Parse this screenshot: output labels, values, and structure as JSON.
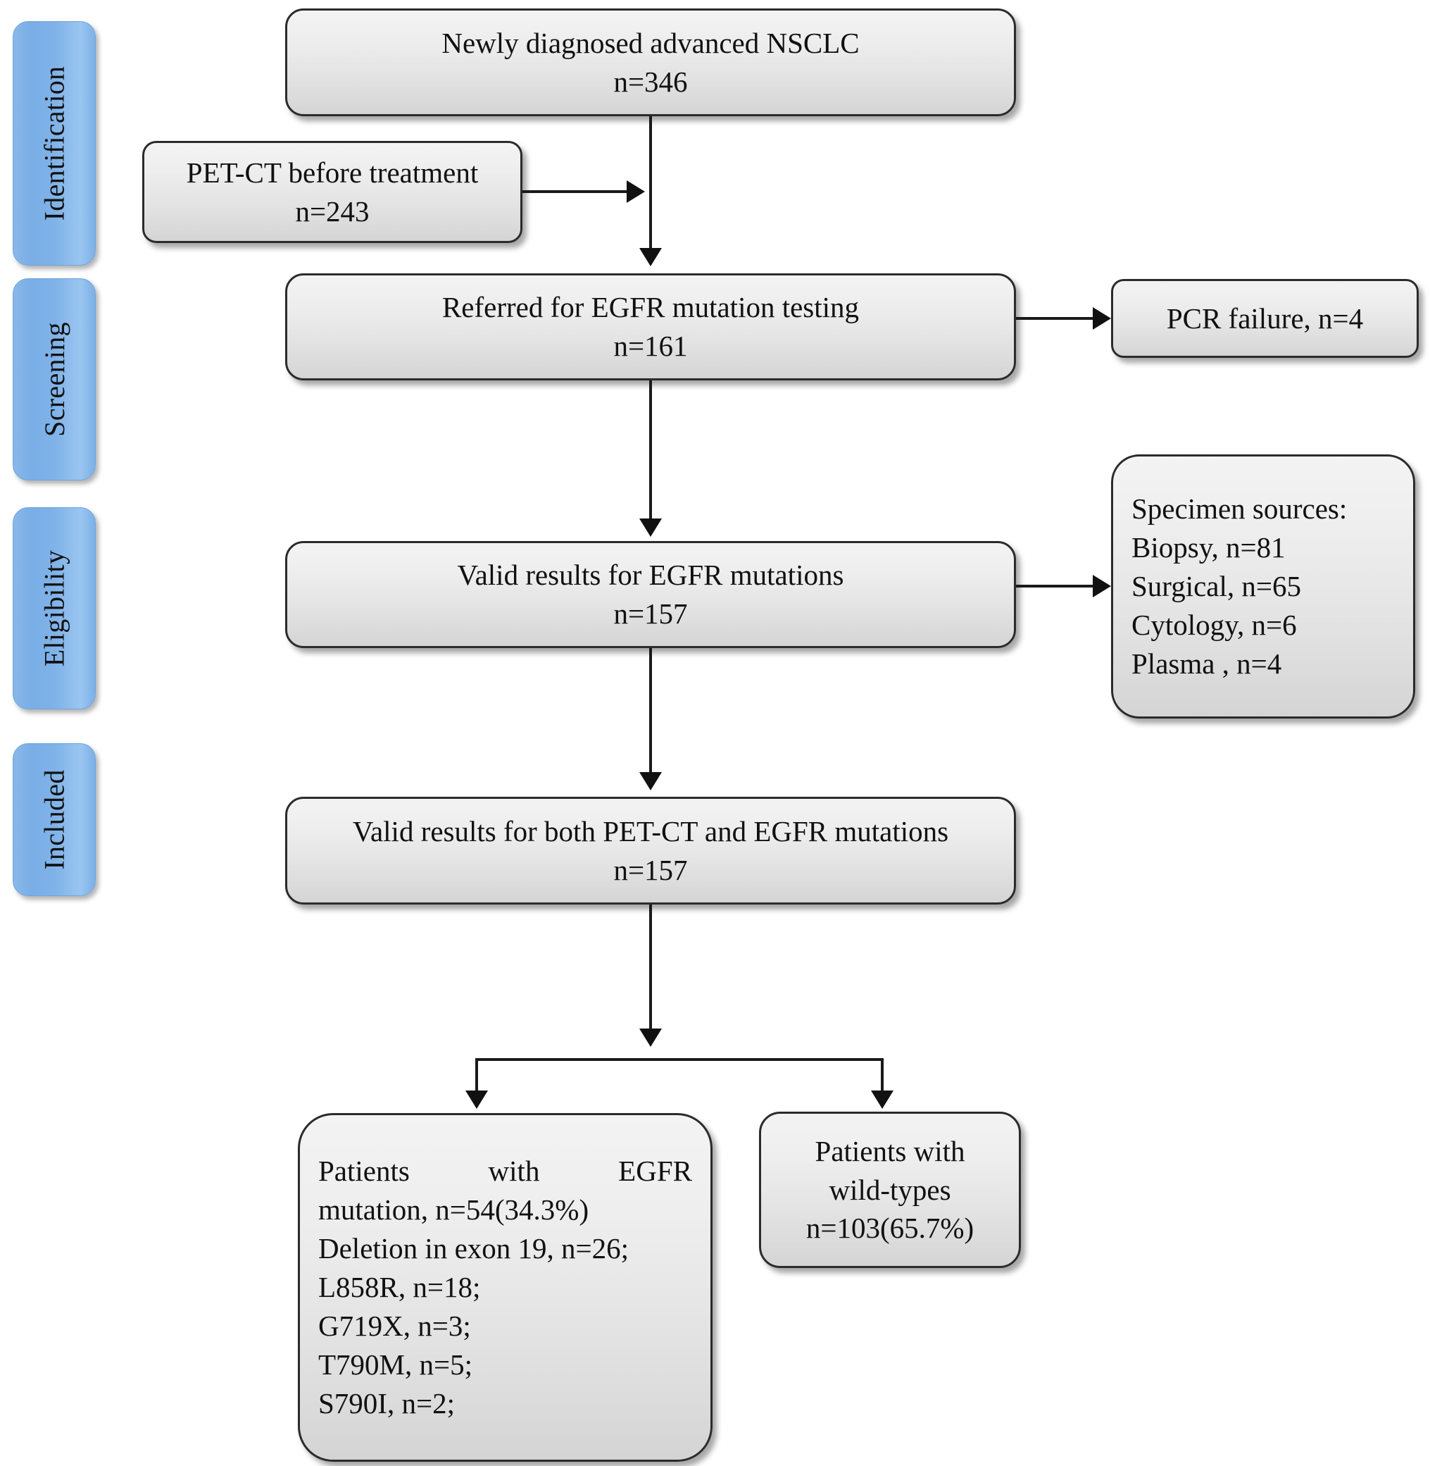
{
  "diagram": {
    "title": "NSCLC EGFR mutation study PRISMA-style flow diagram",
    "accent_color": "#7fb2e8",
    "box_fill_color": "#e8e8e8",
    "box_border_color": "#2b2b2b",
    "connector_color": "#111111"
  },
  "stages": [
    {
      "label": "Identification"
    },
    {
      "label": "Screening"
    },
    {
      "label": "Eligibility"
    },
    {
      "label": "Included"
    }
  ],
  "boxes": {
    "source": {
      "line1": "Newly diagnosed advanced NSCLC",
      "line2": "n=346",
      "count": 346
    },
    "petct": {
      "line1": "PET-CT before treatment",
      "line2": "n=243",
      "count": 243
    },
    "referred": {
      "line1": "Referred for EGFR mutation testing",
      "line2": "n=161",
      "count": 161
    },
    "pcr_failure": {
      "line1": "PCR failure, n=4",
      "count": 4
    },
    "valid_egfr": {
      "line1": "Valid results for EGFR mutations",
      "line2": "n=157",
      "count": 157
    },
    "specimen_sources": {
      "line1": "Specimen sources:",
      "line2": "Biopsy, n=81",
      "line3": "Surgical, n=65",
      "line4": "Cytology, n=6",
      "line5": "Plasma , n=4",
      "items": [
        {
          "name": "Biopsy",
          "count": 81
        },
        {
          "name": "Surgical",
          "count": 65
        },
        {
          "name": "Cytology",
          "count": 6
        },
        {
          "name": "Plasma",
          "count": 4
        }
      ]
    },
    "valid_both": {
      "line1": "Valid results for both PET-CT and EGFR mutations",
      "line2": "n=157",
      "count": 157
    },
    "mutation": {
      "line1": "Patients with EGFR",
      "line2": "mutation, n=54(34.3%)",
      "line3": "Deletion in exon 19, n=26;",
      "line4": "L858R, n=18;",
      "line5": "G719X, n=3;",
      "line6": "T790M, n=5;",
      "line7": "S790I, n=2;",
      "count": 54,
      "percent": "34.3%",
      "subtypes": [
        {
          "name": "Deletion in exon 19",
          "count": 26
        },
        {
          "name": "L858R",
          "count": 18
        },
        {
          "name": "G719X",
          "count": 3
        },
        {
          "name": "T790M",
          "count": 5
        },
        {
          "name": "S790I",
          "count": 2
        }
      ]
    },
    "wildtype": {
      "line1": "Patients with",
      "line2": "wild-types",
      "line3": "n=103(65.7%)",
      "count": 103,
      "percent": "65.7%"
    }
  }
}
